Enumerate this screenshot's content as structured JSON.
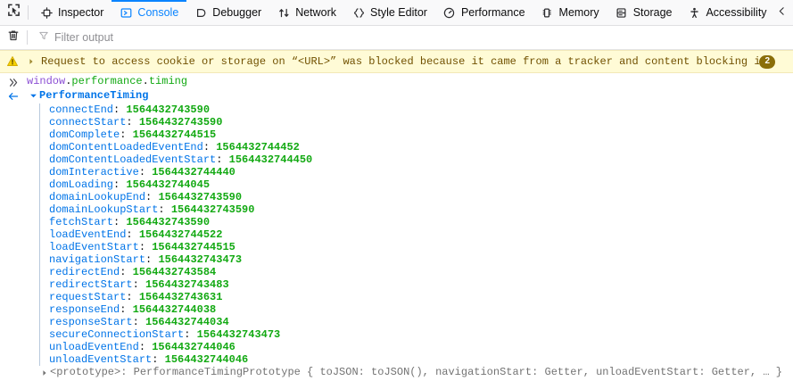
{
  "toolbar": {
    "picker_icon": "element-picker-icon",
    "tabs": [
      {
        "label": "Inspector",
        "icon": "inspector-icon",
        "selected": false
      },
      {
        "label": "Console",
        "icon": "console-icon",
        "selected": true
      },
      {
        "label": "Debugger",
        "icon": "debugger-icon",
        "selected": false
      },
      {
        "label": "Network",
        "icon": "network-icon",
        "selected": false
      },
      {
        "label": "Style Editor",
        "icon": "style-editor-icon",
        "selected": false
      },
      {
        "label": "Performance",
        "icon": "performance-icon",
        "selected": false
      },
      {
        "label": "Memory",
        "icon": "memory-icon",
        "selected": false
      },
      {
        "label": "Storage",
        "icon": "storage-icon",
        "selected": false
      },
      {
        "label": "Accessibility",
        "icon": "accessibility-icon",
        "selected": false
      }
    ],
    "overflow_icon": "chevron-left-icon",
    "accent_color": "#0a84ff"
  },
  "filterbar": {
    "clear_icon": "trash-icon",
    "filter_icon": "funnel-icon",
    "filter_value": "",
    "filter_placeholder": "Filter output"
  },
  "warning": {
    "icon": "warning-triangle-icon",
    "twisty": "triangle-right-icon",
    "text": "Request to access cookie or storage on “<URL>” was blocked because it came from a tracker and content blocking is enabled.",
    "badge": "2",
    "bg_color": "#fffbd6",
    "text_color": "#715100",
    "badge_color": "#8a6e09"
  },
  "console": {
    "input_marker": "»",
    "input_expression": {
      "object": "window",
      "dot1": ".",
      "prop1": "performance",
      "dot2": ".",
      "prop2": "timing"
    },
    "result_marker": "←",
    "result_twisty": "triangle-down-icon",
    "result_label": "PerformanceTiming",
    "properties": [
      {
        "name": "connectEnd",
        "value": "1564432743590"
      },
      {
        "name": "connectStart",
        "value": "1564432743590"
      },
      {
        "name": "domComplete",
        "value": "1564432744515"
      },
      {
        "name": "domContentLoadedEventEnd",
        "value": "1564432744452"
      },
      {
        "name": "domContentLoadedEventStart",
        "value": "1564432744450"
      },
      {
        "name": "domInteractive",
        "value": "1564432744440"
      },
      {
        "name": "domLoading",
        "value": "1564432744045"
      },
      {
        "name": "domainLookupEnd",
        "value": "1564432743590"
      },
      {
        "name": "domainLookupStart",
        "value": "1564432743590"
      },
      {
        "name": "fetchStart",
        "value": "1564432743590"
      },
      {
        "name": "loadEventEnd",
        "value": "1564432744522"
      },
      {
        "name": "loadEventStart",
        "value": "1564432744515"
      },
      {
        "name": "navigationStart",
        "value": "1564432743473"
      },
      {
        "name": "redirectEnd",
        "value": "1564432743584"
      },
      {
        "name": "redirectStart",
        "value": "1564432743483"
      },
      {
        "name": "requestStart",
        "value": "1564432743631"
      },
      {
        "name": "responseEnd",
        "value": "1564432744038"
      },
      {
        "name": "responseStart",
        "value": "1564432744034"
      },
      {
        "name": "secureConnectionStart",
        "value": "1564432743473"
      },
      {
        "name": "unloadEventEnd",
        "value": "1564432744046"
      },
      {
        "name": "unloadEventStart",
        "value": "1564432744046"
      }
    ],
    "prototype": {
      "twisty": "triangle-right-icon",
      "text": "<prototype>: PerformanceTimingPrototype { toJSON: toJSON(), navigationStart: Getter, unloadEventStart: Getter, … }"
    }
  }
}
